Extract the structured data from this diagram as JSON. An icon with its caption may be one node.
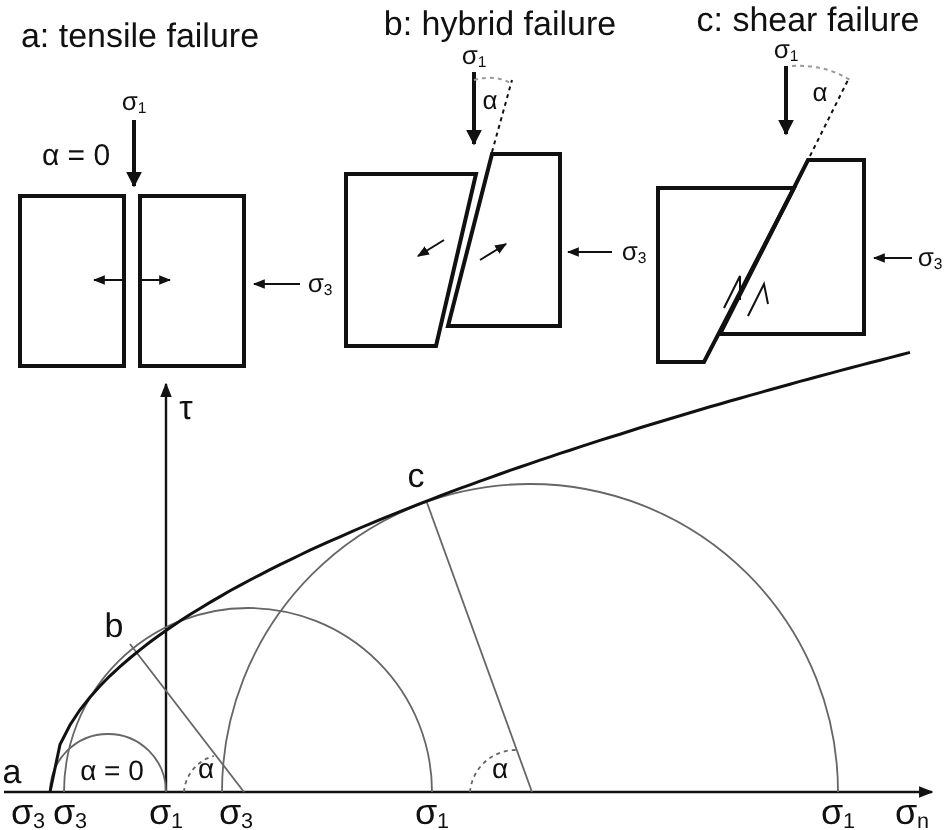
{
  "diagram": {
    "labels": [
      "a: tensile failure",
      "b: hybrid failure",
      "c: shear failure",
      "σ$_{1}$",
      "α = 0",
      "σ$_{3}$",
      "σ$_{1}$",
      "α",
      "σ$_{3}$",
      "σ$_{1}$",
      "α",
      "σ$_{3}$",
      "τ",
      "c",
      "b",
      "a",
      "α = 0",
      "α",
      "α",
      "σ$_{3}$",
      "σ$_{3}$",
      "σ$_{1}$",
      "σ$_{3}$",
      "σ$_{1}$",
      "σ$_{1}$",
      "σ$_{n}$"
    ]
  }
}
